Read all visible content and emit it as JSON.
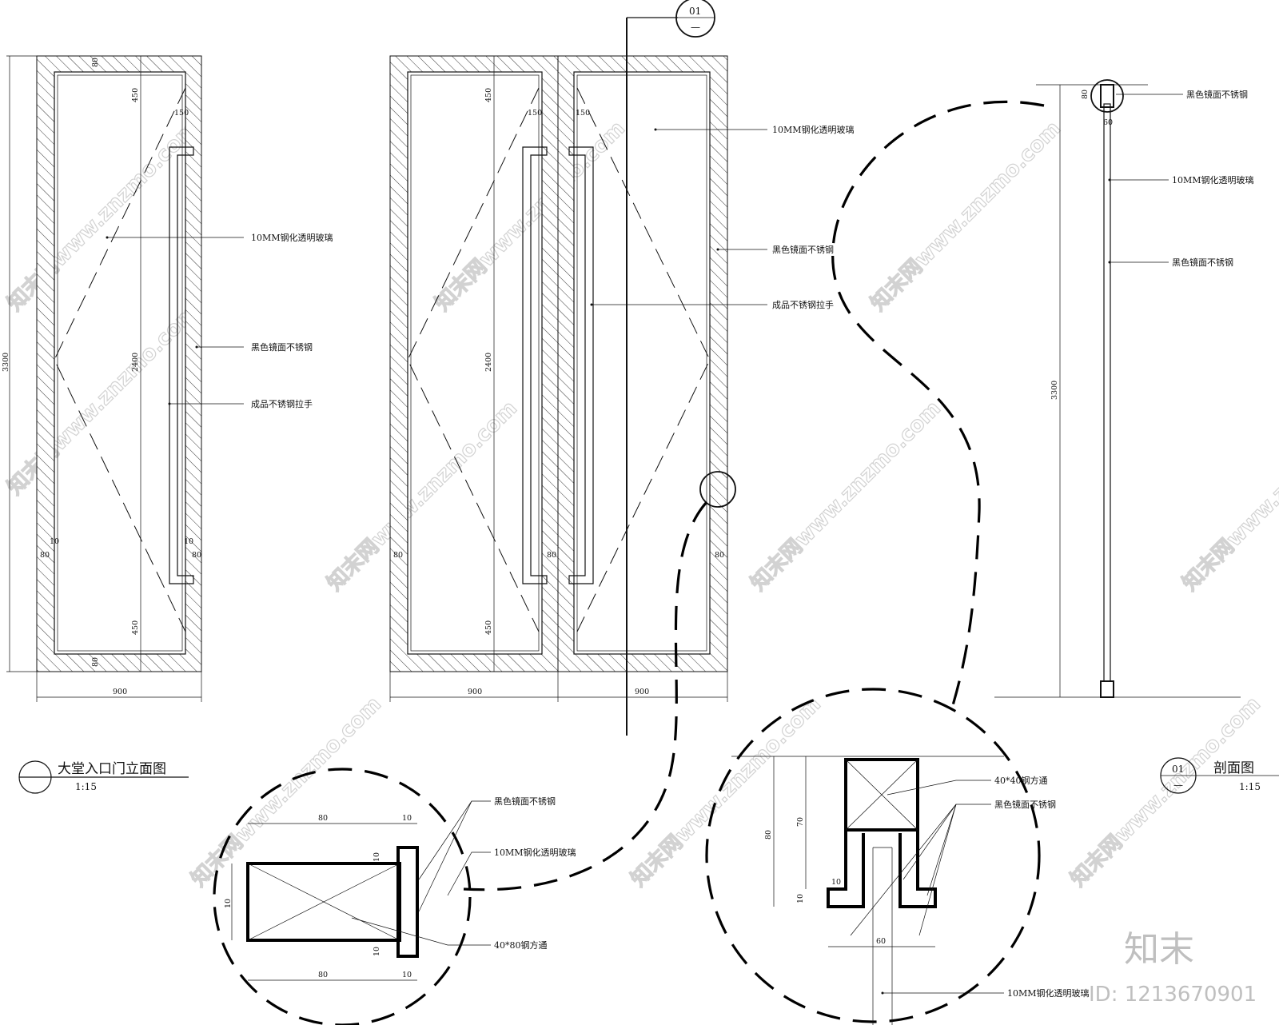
{
  "watermark": {
    "site_text": "知末网www.znzmo.com",
    "brand": "知末",
    "id_label": "ID: 1213670901"
  },
  "views": {
    "elevation_title": "大堂入口门立面图",
    "elevation_scale": "1:15",
    "section_title": "剖面图",
    "section_scale": "1:15",
    "section_marker_number": "01",
    "section_marker_sub": "—"
  },
  "labels": {
    "glass": "10MM钢化透明玻璃",
    "black_steel": "黑色镜面不锈钢",
    "handle": "成品不锈钢拉手",
    "tube_40x80": "40*80钢方通",
    "tube_40x40": "40*40钢方通"
  },
  "dims": {
    "d3300": "3300",
    "d2400": "2400",
    "d900": "900",
    "d450": "450",
    "d150": "150",
    "d80": "80",
    "d70": "70",
    "d60": "60",
    "d10": "10"
  }
}
